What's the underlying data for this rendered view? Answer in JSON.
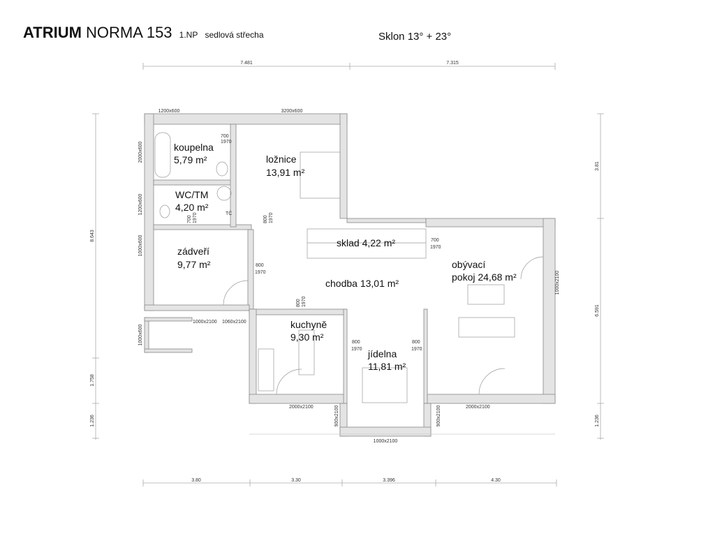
{
  "header": {
    "brand": "ATRIUM",
    "model": "NORMA 153",
    "floor": "1.NP",
    "roof": "sedlová střecha",
    "slope": "Sklon 13° + 23°"
  },
  "dimensions": {
    "top": [
      "7.481",
      "7.315"
    ],
    "bottom": [
      "3.80",
      "3.30",
      "3.396",
      "4.30"
    ],
    "left": [
      "8.643",
      "1.758",
      "1.236"
    ],
    "right": [
      "3.81",
      "6.591",
      "1.236"
    ]
  },
  "rooms": {
    "koupelna": {
      "name": "koupelna",
      "area": "5,79 m²"
    },
    "loznice": {
      "name": "ložnice",
      "area": "13,91 m²"
    },
    "wc": {
      "name": "WC/TM",
      "area": "4,20 m²"
    },
    "zadveri": {
      "name": "zádveří",
      "area": "9,77 m²"
    },
    "sklad": {
      "name": "sklad 4,22 m²"
    },
    "chodba": {
      "name": "chodba 13,01 m²"
    },
    "obyvaci": {
      "name": "obývací",
      "area": "pokoj 24,68 m²"
    },
    "kuchyne": {
      "name": "kuchyně",
      "area": "9,30 m²"
    },
    "jidelna": {
      "name": "jídelna",
      "area": "11,81 m²"
    }
  },
  "openings": {
    "win_bath_top": "1200x600",
    "win_bed_top": "3200x600",
    "win_bath_left": "2000x600",
    "win_wc_left": "1200x600",
    "win_zad_left": "1000x600",
    "win_porch_left": "1000x600",
    "door_bath": [
      "700",
      "1970"
    ],
    "door_wc": [
      "700",
      "1970"
    ],
    "door_bed": [
      "800",
      "1970"
    ],
    "door_zad": [
      "800",
      "1970"
    ],
    "door_sklad": [
      "700",
      "1970"
    ],
    "door_kitchen": [
      "800",
      "1970"
    ],
    "door_jid_left": [
      "800",
      "1970"
    ],
    "door_jid_right": [
      "800",
      "1970"
    ],
    "entry1": "1000x2100",
    "entry2": "1060x2100",
    "win_kitchen": "2000x2100",
    "win_living": "2000x2100",
    "win_living_right": "1000x2100",
    "door_jid_l": "900x2100",
    "door_jid_r": "900x2100",
    "door_jid_bottom": "1000x2100",
    "heat_pump": "TČ"
  }
}
